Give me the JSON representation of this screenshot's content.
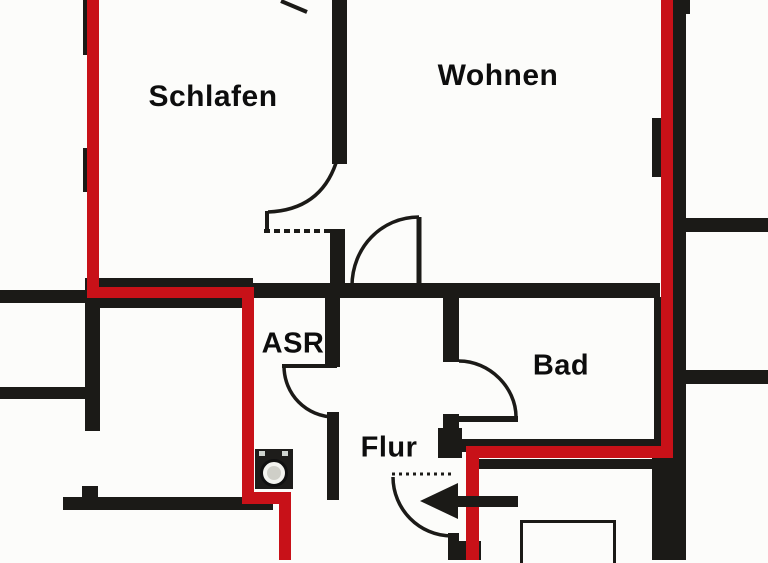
{
  "plan": {
    "type": "floor-plan",
    "rooms": [
      {
        "id": "schlafen",
        "label": "Schlafen"
      },
      {
        "id": "wohnen",
        "label": "Wohnen"
      },
      {
        "id": "asr",
        "label": "ASR"
      },
      {
        "id": "bad",
        "label": "Bad"
      },
      {
        "id": "flur",
        "label": "Flur"
      }
    ],
    "icons": {
      "washing_machine": "washing-machine-icon",
      "entrance_arrow": "left-arrow-icon"
    },
    "colors": {
      "wall": "#1b1a17",
      "outline": "#c81118",
      "background": "#fcfcfa",
      "text": "#0d0d0d"
    }
  }
}
